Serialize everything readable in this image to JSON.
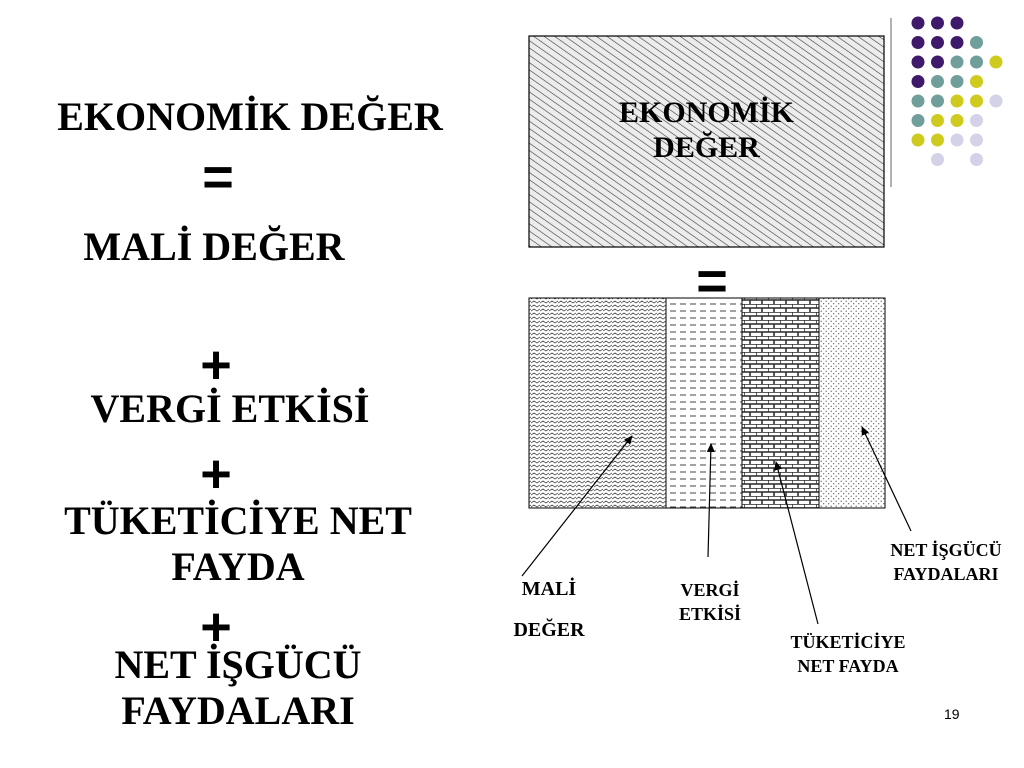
{
  "slide": {
    "page_number": "19",
    "left_equation": {
      "term1": "EKONOMİK DEĞER",
      "equals": "=",
      "term2": "MALİ DEĞER",
      "plus1": "+",
      "term3": "VERGİ ETKİSİ",
      "plus2": "+",
      "term4_line1": "TÜKETİCİYE NET",
      "term4_line2": "FAYDA",
      "plus3": "+",
      "term5_line1": "NET İŞGÜCÜ",
      "term5_line2": "FAYDALARI"
    },
    "diagram": {
      "top_box_line1": "EKONOMİK",
      "top_box_line2": "DEĞER",
      "equals": "=",
      "labels": {
        "mali_line1": "MALİ",
        "mali_line2": "DEĞER",
        "vergi_line1": "VERGİ",
        "vergi_line2": "ETKİSİ",
        "tuketici_line1": "TÜKETİCİYE",
        "tuketici_line2": "NET FAYDA",
        "isgucu_line1": "NET İŞGÜCÜ",
        "isgucu_line2": "FAYDALARI"
      }
    },
    "colors": {
      "purple": "#3f1a6b",
      "teal": "#6f9e9b",
      "yellow": "#cfcb1e",
      "lavender": "#d4d2e8"
    },
    "decor_dots": [
      [
        "purple",
        "purple",
        "purple",
        "",
        ""
      ],
      [
        "purple",
        "purple",
        "purple",
        "teal",
        ""
      ],
      [
        "purple",
        "purple",
        "teal",
        "teal",
        "yellow"
      ],
      [
        "purple",
        "teal",
        "teal",
        "yellow",
        ""
      ],
      [
        "teal",
        "teal",
        "yellow",
        "yellow",
        "lavender"
      ],
      [
        "teal",
        "yellow",
        "yellow",
        "lavender",
        ""
      ],
      [
        "yellow",
        "yellow",
        "lavender",
        "lavender",
        ""
      ],
      [
        "",
        "lavender",
        "",
        "lavender",
        ""
      ]
    ]
  }
}
